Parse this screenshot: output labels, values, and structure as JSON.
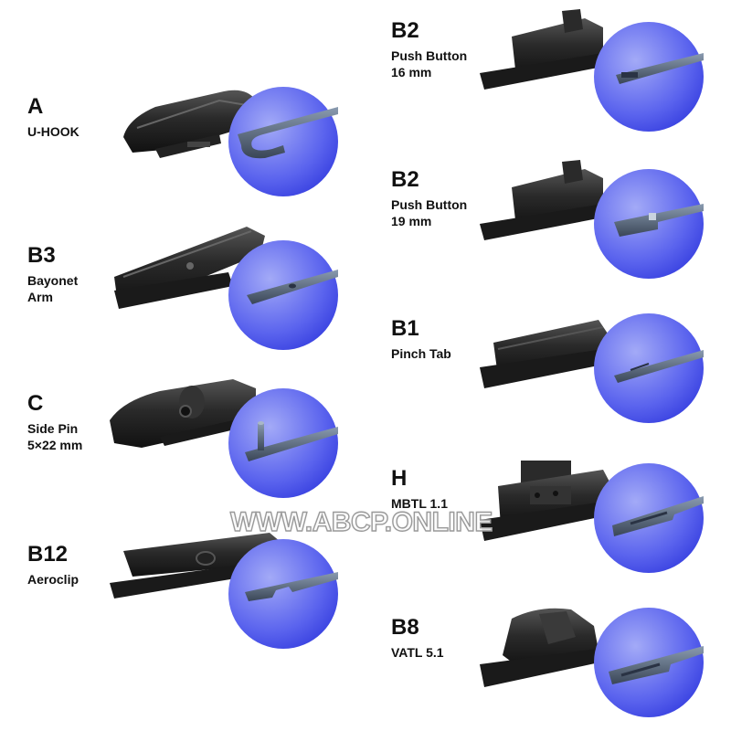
{
  "colors": {
    "circle_inner": "#8a92f5",
    "circle_outer": "#1e26d6",
    "adapter_dark": "#1c1c1c",
    "adapter_mid": "#3a3a3a",
    "metal": "#4a5a6e"
  },
  "watermark": "WWW.ABCP.ONLINE",
  "left_column": [
    {
      "code": "A",
      "lines": [
        "U-HOOK"
      ],
      "icon": "u-hook-adapter-icon"
    },
    {
      "code": "B3",
      "lines": [
        "Bayonet",
        "Arm"
      ],
      "icon": "bayonet-arm-adapter-icon"
    },
    {
      "code": "C",
      "lines": [
        "Side Pin",
        "5×22 mm"
      ],
      "icon": "side-pin-adapter-icon"
    },
    {
      "code": "B12",
      "lines": [
        "Aeroclip"
      ],
      "icon": "aeroclip-adapter-icon"
    }
  ],
  "right_column": [
    {
      "code": "B2",
      "lines": [
        "Push Button",
        "16 mm"
      ],
      "icon": "push-button-16-adapter-icon"
    },
    {
      "code": "B2",
      "lines": [
        "Push Button",
        "19 mm"
      ],
      "icon": "push-button-19-adapter-icon"
    },
    {
      "code": "B1",
      "lines": [
        "Pinch Tab"
      ],
      "icon": "pinch-tab-adapter-icon"
    },
    {
      "code": "H",
      "lines": [
        "MBTL 1.1"
      ],
      "icon": "mbtl-adapter-icon"
    },
    {
      "code": "B8",
      "lines": [
        "VATL 5.1"
      ],
      "icon": "vatl-adapter-icon"
    }
  ]
}
